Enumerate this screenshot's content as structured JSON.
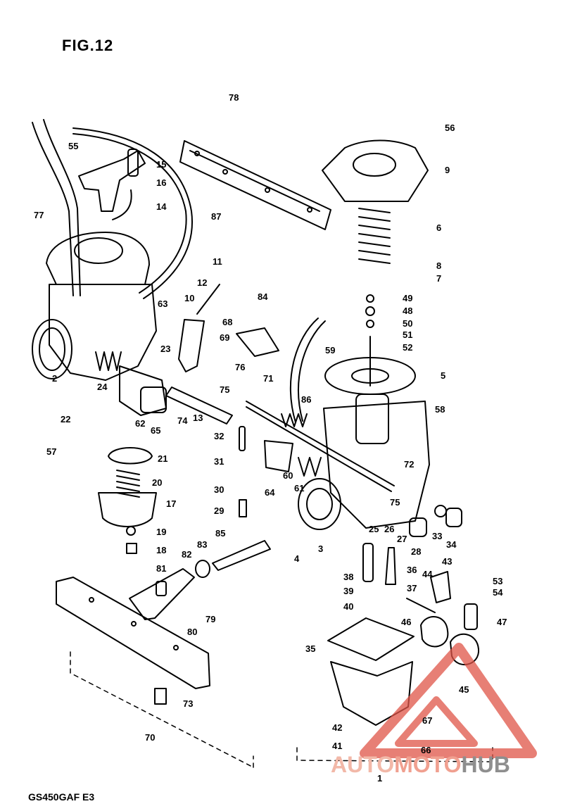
{
  "figure": {
    "title": "FIG.12",
    "model_code": "GS450GAF  E3"
  },
  "watermark": {
    "brand_part1": "AUTO",
    "brand_part2": "MOTO",
    "brand_part3": "HUB",
    "colors": {
      "triangle": "#e05548",
      "text_light": "#f2b8a8",
      "text_mid": "#f0a090",
      "text_grey": "#8e8e8e"
    }
  },
  "callouts": [
    {
      "id": "78",
      "label": "78"
    },
    {
      "id": "56",
      "label": "56"
    },
    {
      "id": "55",
      "label": "55"
    },
    {
      "id": "15",
      "label": "15"
    },
    {
      "id": "16",
      "label": "16"
    },
    {
      "id": "14",
      "label": "14"
    },
    {
      "id": "9",
      "label": "9"
    },
    {
      "id": "77",
      "label": "77"
    },
    {
      "id": "87",
      "label": "87"
    },
    {
      "id": "6",
      "label": "6"
    },
    {
      "id": "8",
      "label": "8"
    },
    {
      "id": "7",
      "label": "7"
    },
    {
      "id": "11",
      "label": "11"
    },
    {
      "id": "12",
      "label": "12"
    },
    {
      "id": "10",
      "label": "10"
    },
    {
      "id": "63",
      "label": "63"
    },
    {
      "id": "84",
      "label": "84"
    },
    {
      "id": "49",
      "label": "49"
    },
    {
      "id": "48",
      "label": "48"
    },
    {
      "id": "50",
      "label": "50"
    },
    {
      "id": "51",
      "label": "51"
    },
    {
      "id": "68",
      "label": "68"
    },
    {
      "id": "69",
      "label": "69"
    },
    {
      "id": "52",
      "label": "52"
    },
    {
      "id": "59",
      "label": "59"
    },
    {
      "id": "23",
      "label": "23"
    },
    {
      "id": "5",
      "label": "5"
    },
    {
      "id": "2",
      "label": "2"
    },
    {
      "id": "24",
      "label": "24"
    },
    {
      "id": "76",
      "label": "76"
    },
    {
      "id": "71",
      "label": "71"
    },
    {
      "id": "75a",
      "label": "75"
    },
    {
      "id": "86",
      "label": "86"
    },
    {
      "id": "58",
      "label": "58"
    },
    {
      "id": "22",
      "label": "22"
    },
    {
      "id": "62",
      "label": "62"
    },
    {
      "id": "65",
      "label": "65"
    },
    {
      "id": "74",
      "label": "74"
    },
    {
      "id": "13",
      "label": "13"
    },
    {
      "id": "57",
      "label": "57"
    },
    {
      "id": "32",
      "label": "32"
    },
    {
      "id": "21",
      "label": "21"
    },
    {
      "id": "31",
      "label": "31"
    },
    {
      "id": "72",
      "label": "72"
    },
    {
      "id": "20",
      "label": "20"
    },
    {
      "id": "60",
      "label": "60"
    },
    {
      "id": "64",
      "label": "64"
    },
    {
      "id": "61",
      "label": "61"
    },
    {
      "id": "30",
      "label": "30"
    },
    {
      "id": "17",
      "label": "17"
    },
    {
      "id": "75b",
      "label": "75"
    },
    {
      "id": "29",
      "label": "29"
    },
    {
      "id": "33",
      "label": "33"
    },
    {
      "id": "25",
      "label": "25"
    },
    {
      "id": "26",
      "label": "26"
    },
    {
      "id": "27",
      "label": "27"
    },
    {
      "id": "34",
      "label": "34"
    },
    {
      "id": "19",
      "label": "19"
    },
    {
      "id": "3",
      "label": "3"
    },
    {
      "id": "28",
      "label": "28"
    },
    {
      "id": "18",
      "label": "18"
    },
    {
      "id": "85",
      "label": "85"
    },
    {
      "id": "83",
      "label": "83"
    },
    {
      "id": "82",
      "label": "82"
    },
    {
      "id": "4",
      "label": "4"
    },
    {
      "id": "43",
      "label": "43"
    },
    {
      "id": "81",
      "label": "81"
    },
    {
      "id": "38",
      "label": "38"
    },
    {
      "id": "36",
      "label": "36"
    },
    {
      "id": "44",
      "label": "44"
    },
    {
      "id": "53",
      "label": "53"
    },
    {
      "id": "37",
      "label": "37"
    },
    {
      "id": "54",
      "label": "54"
    },
    {
      "id": "39",
      "label": "39"
    },
    {
      "id": "40",
      "label": "40"
    },
    {
      "id": "79",
      "label": "79"
    },
    {
      "id": "46",
      "label": "46"
    },
    {
      "id": "47",
      "label": "47"
    },
    {
      "id": "80",
      "label": "80"
    },
    {
      "id": "35",
      "label": "35"
    },
    {
      "id": "45",
      "label": "45"
    },
    {
      "id": "73",
      "label": "73"
    },
    {
      "id": "67",
      "label": "67"
    },
    {
      "id": "42",
      "label": "42"
    },
    {
      "id": "70",
      "label": "70"
    },
    {
      "id": "41",
      "label": "41"
    },
    {
      "id": "66",
      "label": "66"
    },
    {
      "id": "1",
      "label": "1"
    }
  ]
}
